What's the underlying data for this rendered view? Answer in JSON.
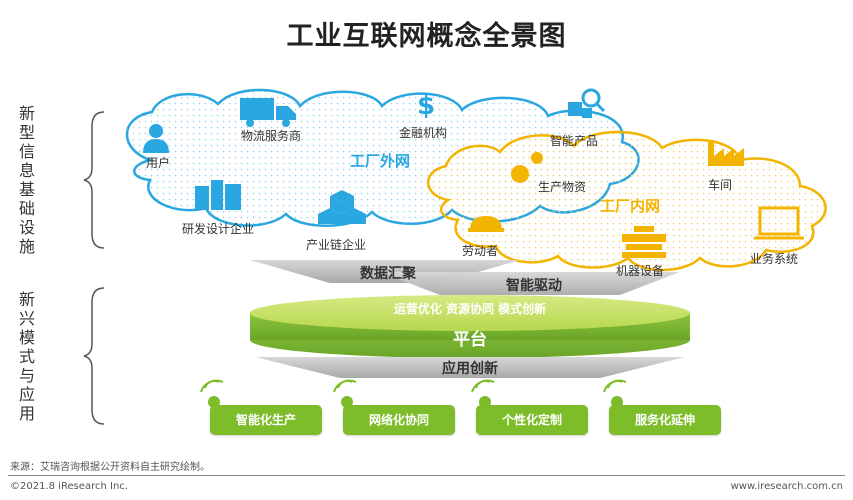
{
  "title": "工业互联网概念全景图",
  "left_labels": {
    "top": "新型信息基础设施",
    "bottom": "新兴模式与应用"
  },
  "outer_network": {
    "title": "工厂外网",
    "items": [
      {
        "label": "用户",
        "icon": "user-icon"
      },
      {
        "label": "物流服务商",
        "icon": "truck-icon"
      },
      {
        "label": "金融机构",
        "icon": "dollar-icon"
      },
      {
        "label": "智能产品",
        "icon": "smart-product-icon"
      },
      {
        "label": "研发设计企业",
        "icon": "buildings-icon"
      },
      {
        "label": "产业链企业",
        "icon": "boxes-icon"
      }
    ]
  },
  "inner_network": {
    "title": "工厂内网",
    "items": [
      {
        "label": "生产物资",
        "icon": "gear-icon"
      },
      {
        "label": "车间",
        "icon": "factory-icon"
      },
      {
        "label": "劳动者",
        "icon": "worker-icon"
      },
      {
        "label": "机器设备",
        "icon": "machine-icon"
      },
      {
        "label": "业务系统",
        "icon": "computer-icon"
      }
    ]
  },
  "flows": {
    "data_collect": "数据汇聚",
    "smart_drive": "智能驱动",
    "app_innovation": "应用创新"
  },
  "platform": {
    "subtitle": "运营优化 资源协同 模式创新",
    "label": "平台"
  },
  "applications": [
    "智能化生产",
    "网络化协同",
    "个性化定制",
    "服务化延伸"
  ],
  "footer": {
    "source": "来源：艾瑞咨询根据公开资料自主研究绘制。",
    "copyright": "©2021.8 iResearch Inc.",
    "website": "www.iresearch.com.cn"
  },
  "colors": {
    "blue": "#2aa7e0",
    "yellow": "#f3b400",
    "green": "#7dbd2a",
    "gray": "#b5b5b5"
  }
}
